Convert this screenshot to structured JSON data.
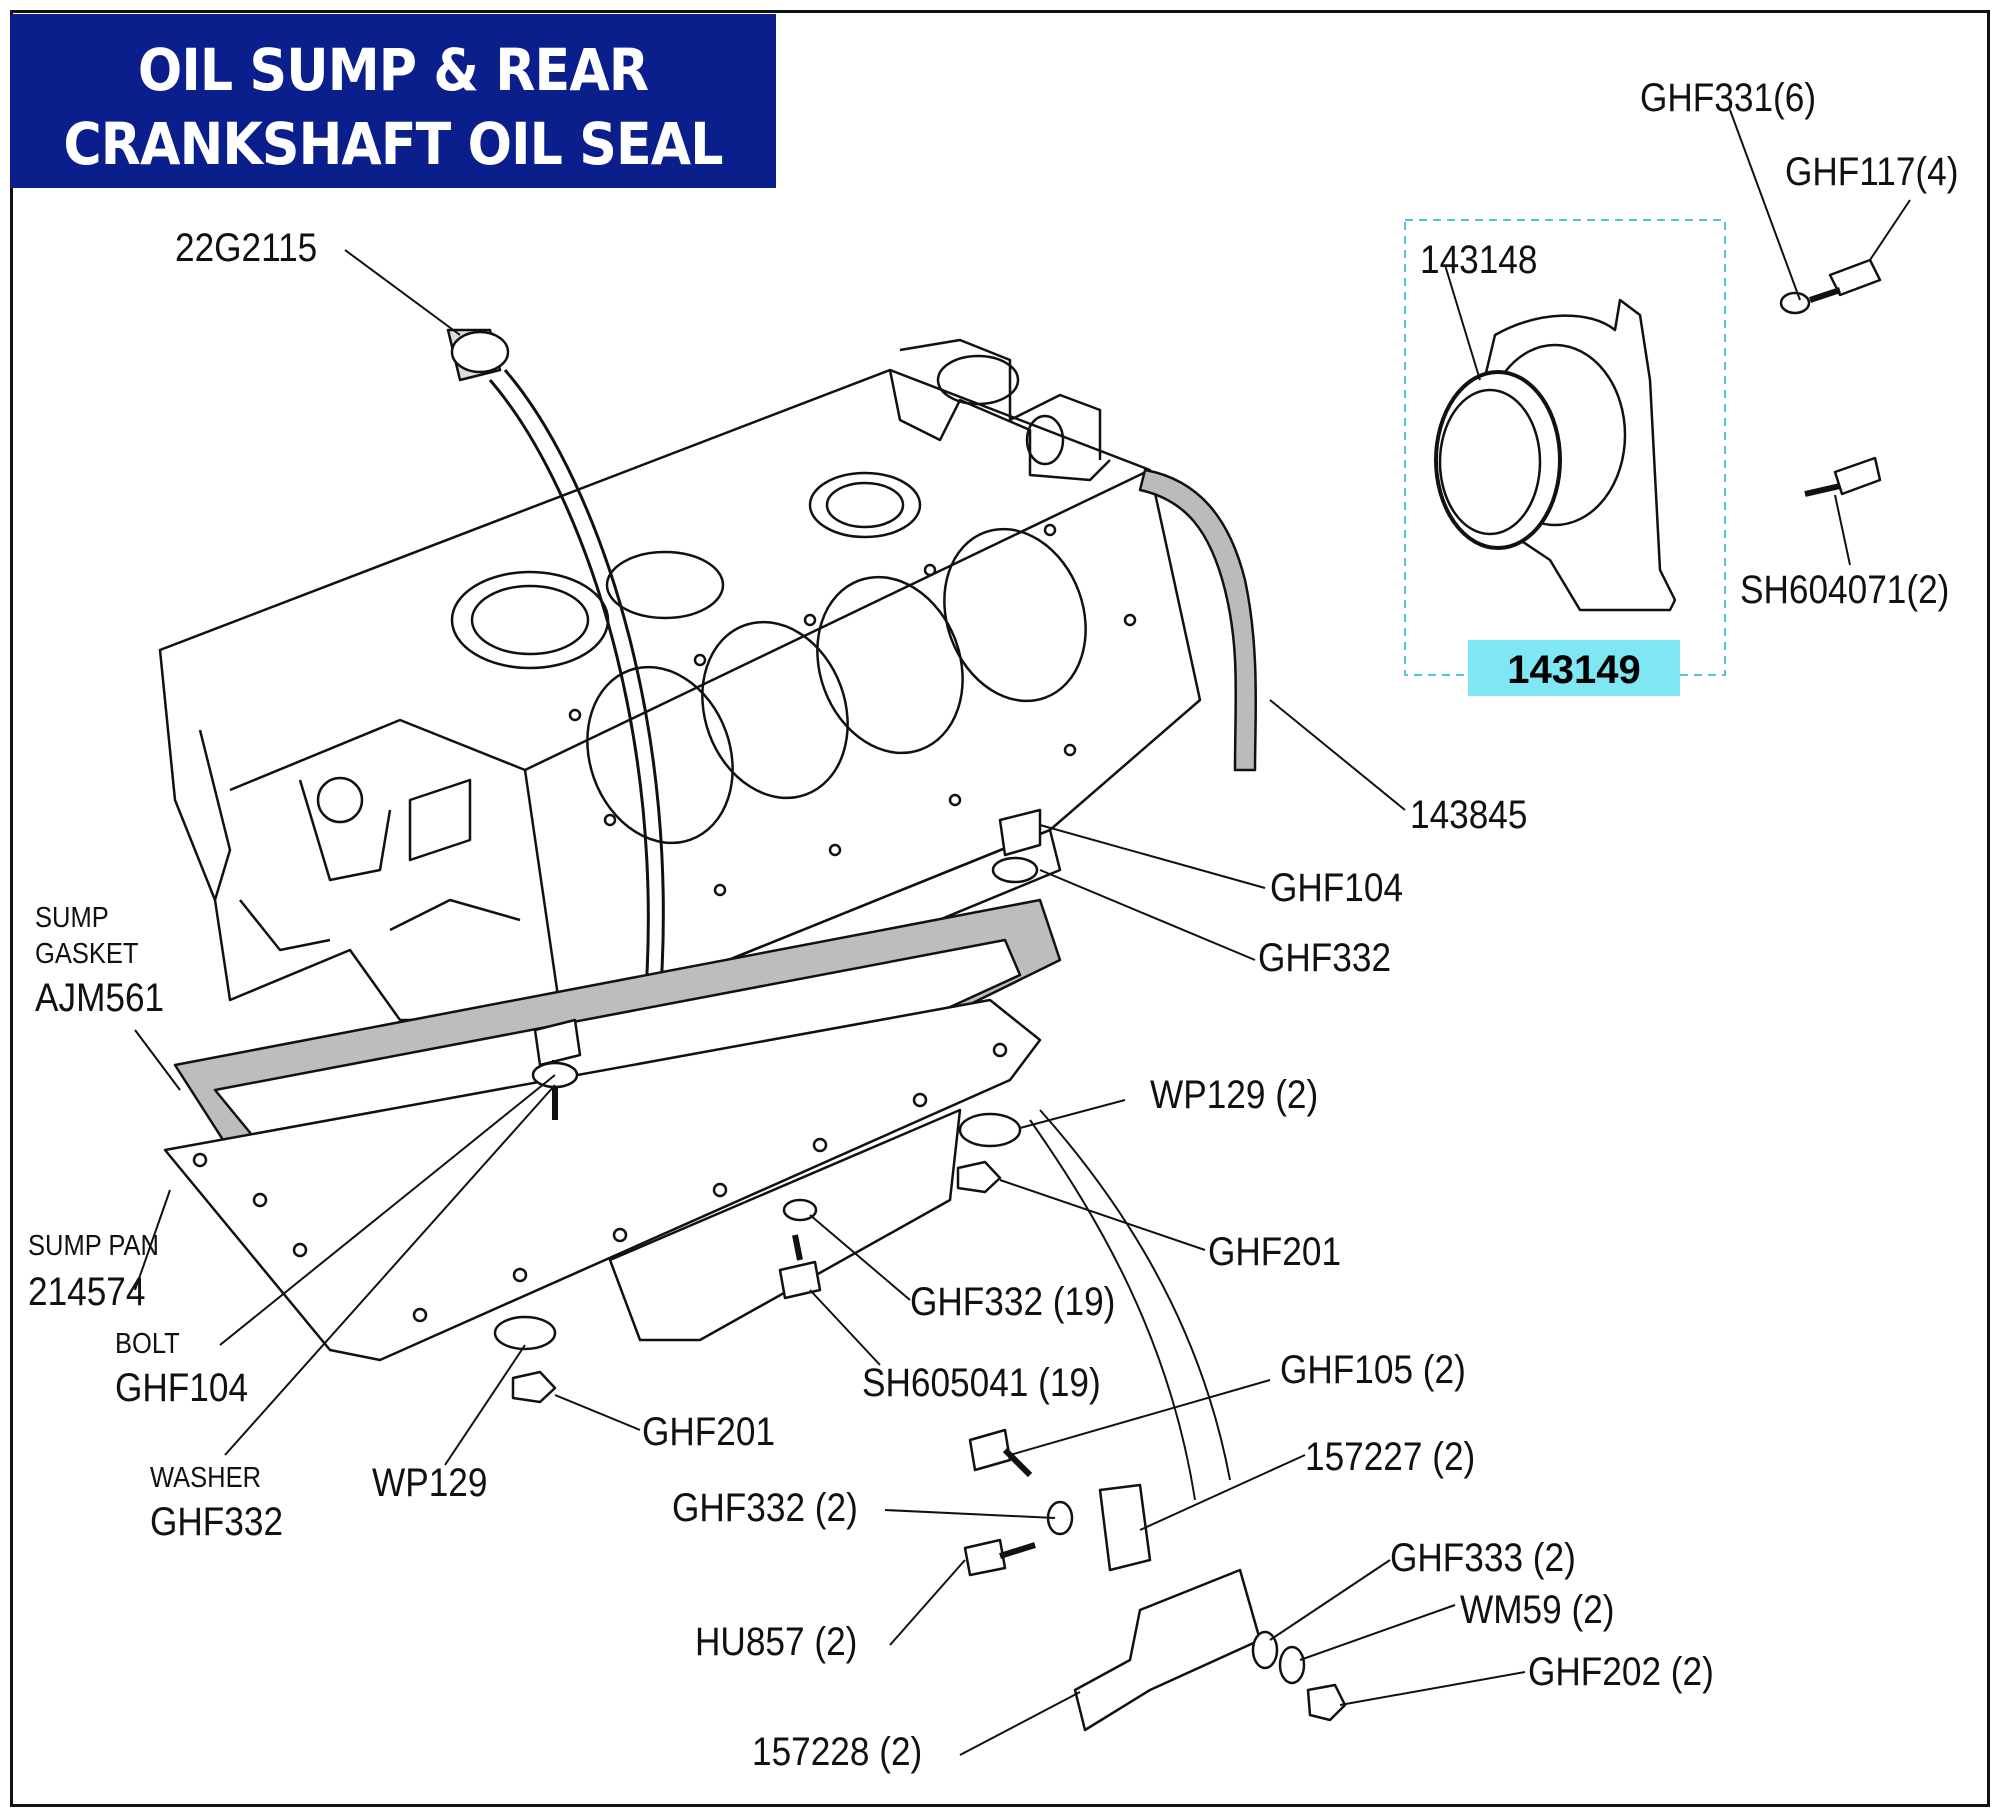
{
  "title": {
    "line1": "OIL SUMP & REAR",
    "line2": "CRANKSHAFT OIL SEAL"
  },
  "highlight_label": "143149",
  "callouts": {
    "ghf331": "GHF331(6)",
    "ghf117": "GHF117(4)",
    "p143148": "143148",
    "sh604071": "SH604071(2)",
    "p22g2115": "22G2115",
    "p143845": "143845",
    "ghf104_top": "GHF104",
    "ghf332_top": "GHF332",
    "sump_gasket_line1": "SUMP",
    "sump_gasket_line2": "GASKET",
    "ajm561": "AJM561",
    "wp129_2": "WP129 (2)",
    "ghf201_right": "GHF201",
    "ghf332_19": "GHF332 (19)",
    "sump_pan_label": "SUMP PAN",
    "p214574": "214574",
    "sh605041_19": "SH605041 (19)",
    "bolt_label": "BOLT",
    "ghf104_bottom": "GHF104",
    "ghf105_2": "GHF105 (2)",
    "ghf201_bottom": "GHF201",
    "p157227_2": "157227 (2)",
    "washer_label": "WASHER",
    "ghf332_bottom": "GHF332",
    "wp129": "WP129",
    "ghf332_2": "GHF332 (2)",
    "ghf333_2": "GHF333 (2)",
    "wm59_2": "WM59 (2)",
    "hu857_2": "HU857 (2)",
    "ghf202_2": "GHF202 (2)",
    "p157228_2": "157228 (2)"
  },
  "colors": {
    "title_bg": "#0b1f8c",
    "highlight_bg": "#7fe6f3",
    "dashed_box": "#4fc6da",
    "gasket": "#b8b8b8"
  }
}
